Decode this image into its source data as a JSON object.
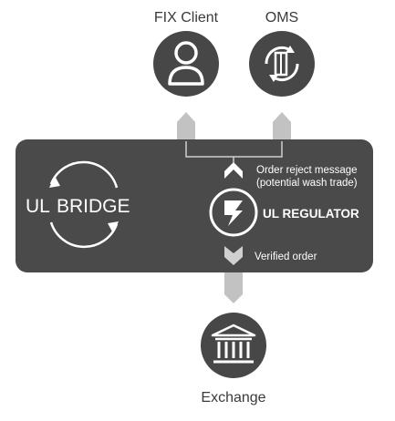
{
  "nodes": {
    "fix_client": {
      "label": "FIX Client",
      "icon": "user-icon"
    },
    "oms": {
      "label": "OMS",
      "icon": "oms-refresh-icon"
    },
    "exchange": {
      "label": "Exchange",
      "icon": "bank-building-icon"
    }
  },
  "panel": {
    "bridge": {
      "prefix": "UL",
      "name": "BRIDGE",
      "icon": "cycle-arrows-icon"
    },
    "regulator": {
      "name": "UL REGULATOR",
      "icon": "regulator-shield-icon"
    },
    "reject_message": {
      "line1": "Order reject message",
      "line2": "(potential wash trade)"
    },
    "verified": "Verified order"
  },
  "colors": {
    "panel": "#4a4a4a",
    "node": "#474747",
    "connector": "#c2c2c2",
    "text_dark": "#3a3a3a",
    "text_light": "#ffffff"
  }
}
